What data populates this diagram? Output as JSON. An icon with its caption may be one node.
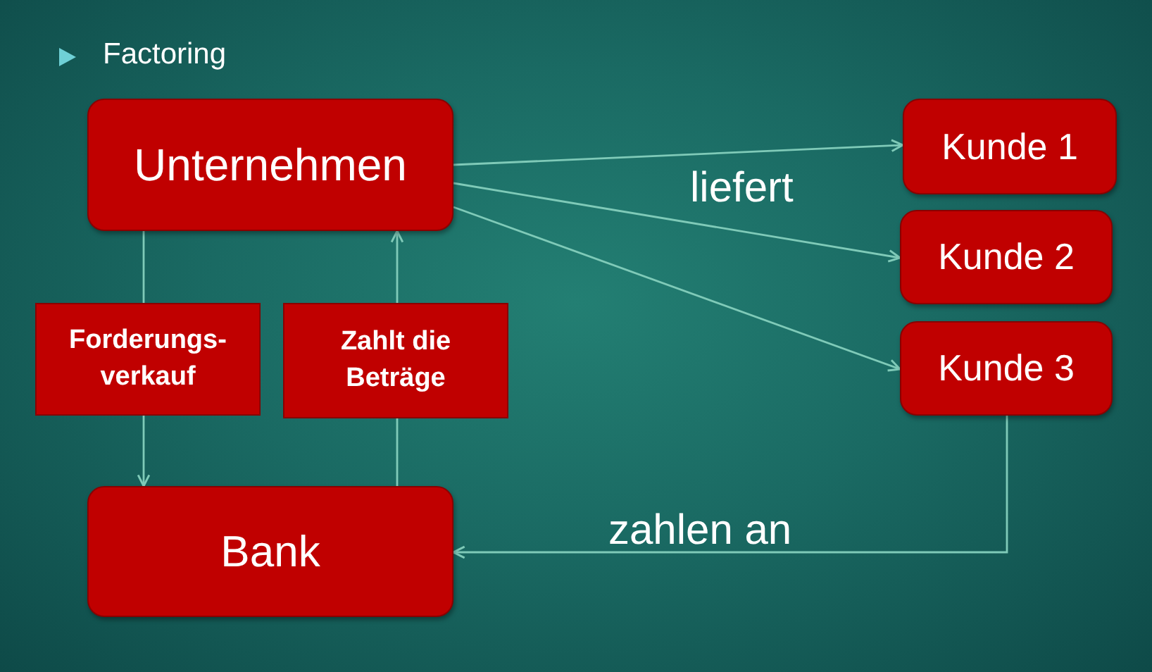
{
  "diagram": {
    "title": "Factoring",
    "nodes": [
      {
        "text": [
          "Unternehmen"
        ]
      },
      {
        "text": [
          "Kunde 1"
        ]
      },
      {
        "text": [
          "Kunde 2"
        ]
      },
      {
        "text": [
          "Kunde 3"
        ]
      },
      {
        "text": [
          "Forderungs-verkauf"
        ]
      },
      {
        "text": [
          "Zahlt die Beträge"
        ]
      },
      {
        "text": [
          "Bank"
        ]
      }
    ],
    "edges": [
      {
        "from": 0,
        "to": 1,
        "arrow": "to"
      },
      {
        "from": 0,
        "to": 2,
        "arrow": "to"
      },
      {
        "from": 0,
        "to": 3,
        "arrow": "to"
      },
      {
        "from": 0,
        "to": 4,
        "arrow": "none"
      },
      {
        "from": 4,
        "to": 6,
        "arrow": "to"
      },
      {
        "from": 6,
        "to": 5,
        "arrow": "none"
      },
      {
        "from": 5,
        "to": 0,
        "arrow": "to"
      },
      {
        "from": 3,
        "to": 6,
        "arrow": "to",
        "label": "zahlen an"
      }
    ],
    "labels": [
      "liefert"
    ]
  }
}
